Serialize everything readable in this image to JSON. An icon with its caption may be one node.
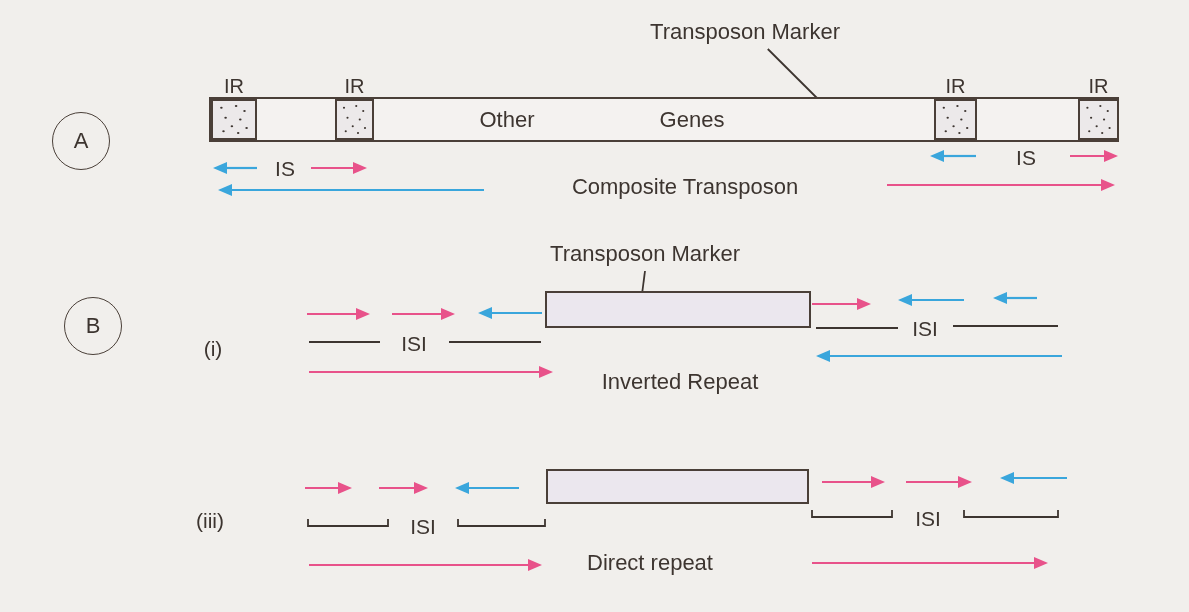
{
  "diagram": {
    "nodes": [
      {
        "text": [
          "Transposon Marker"
        ]
      },
      {
        "text": [
          "A"
        ]
      },
      {
        "text": [
          "Other",
          "Genes"
        ]
      },
      {
        "text": [
          "IR"
        ],
        "in": 2
      },
      {
        "text": [
          "IR"
        ],
        "in": 2
      },
      {
        "text": [
          "IR"
        ],
        "in": 2
      },
      {
        "text": [
          "IR"
        ],
        "in": 2
      },
      {
        "text": [
          "Transposon Marker"
        ]
      },
      {
        "text": [
          "B"
        ]
      },
      {
        "text": [],
        "shape": "box"
      },
      {
        "text": [],
        "shape": "box"
      }
    ],
    "edges": [
      {
        "from": 0,
        "to": 2,
        "arrow": "none"
      },
      {
        "from": 7,
        "to": 9,
        "arrow": "none"
      }
    ],
    "labels": [
      "IS",
      "IS",
      "Composite Transposon",
      "(i)",
      "ISI",
      "ISI",
      "Inverted Repeat",
      "(iii)",
      "ISI",
      "ISI",
      "Direct repeat"
    ]
  }
}
